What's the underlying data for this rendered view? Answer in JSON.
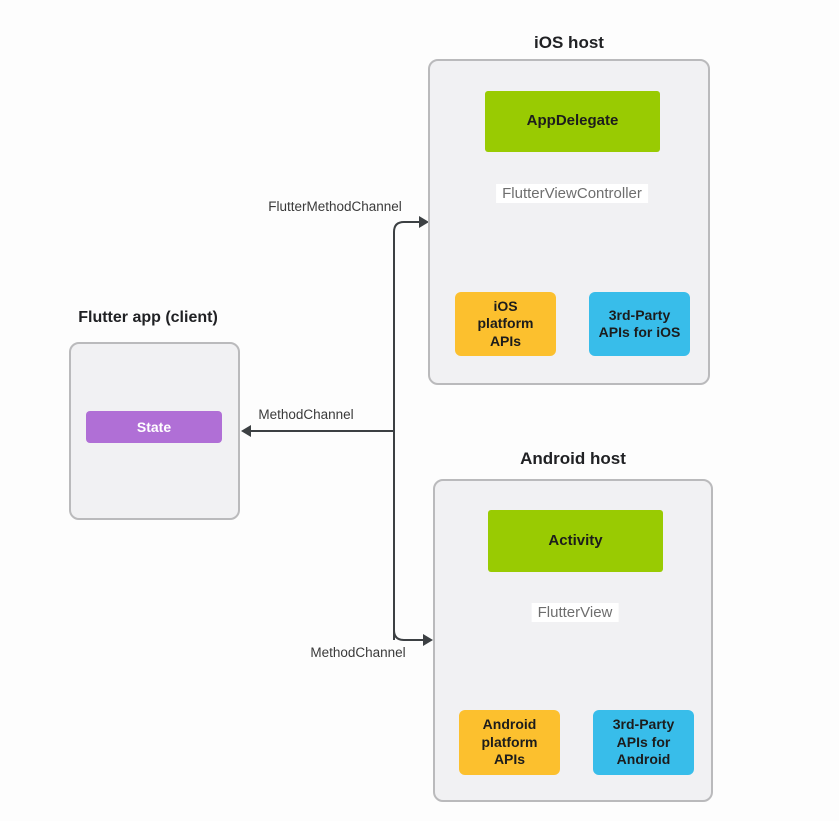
{
  "page": {
    "background": "#fdfdfd"
  },
  "colors": {
    "page-bg": "#fdfdfd",
    "green": "#99cb02",
    "amber": "#fcc02e",
    "blue": "#38bdea",
    "purple": "#b06fd6",
    "container-fill": "#f1f1f3",
    "container-border": "#bababc",
    "arrow": "#3c4043",
    "chip-text": "#6e6e6e",
    "label-text": "#3a3a3a",
    "title-text": "#202124"
  },
  "flutter_app": {
    "title": "Flutter app (client)",
    "state": "State"
  },
  "ios_host": {
    "title": "iOS host",
    "root": "AppDelegate",
    "view_label": "FlutterViewController",
    "platform_apis": "iOS\nplatform\nAPIs",
    "third_party_apis": "3rd-Party\nAPIs for iOS"
  },
  "android_host": {
    "title": "Android host",
    "root": "Activity",
    "view_label": "FlutterView",
    "platform_apis": "Android\nplatform\nAPIs",
    "third_party_apis": "3rd-Party\nAPIs for\nAndroid"
  },
  "channels": {
    "top": "FlutterMethodChannel",
    "left": "MethodChannel",
    "bottom": "MethodChannel"
  }
}
